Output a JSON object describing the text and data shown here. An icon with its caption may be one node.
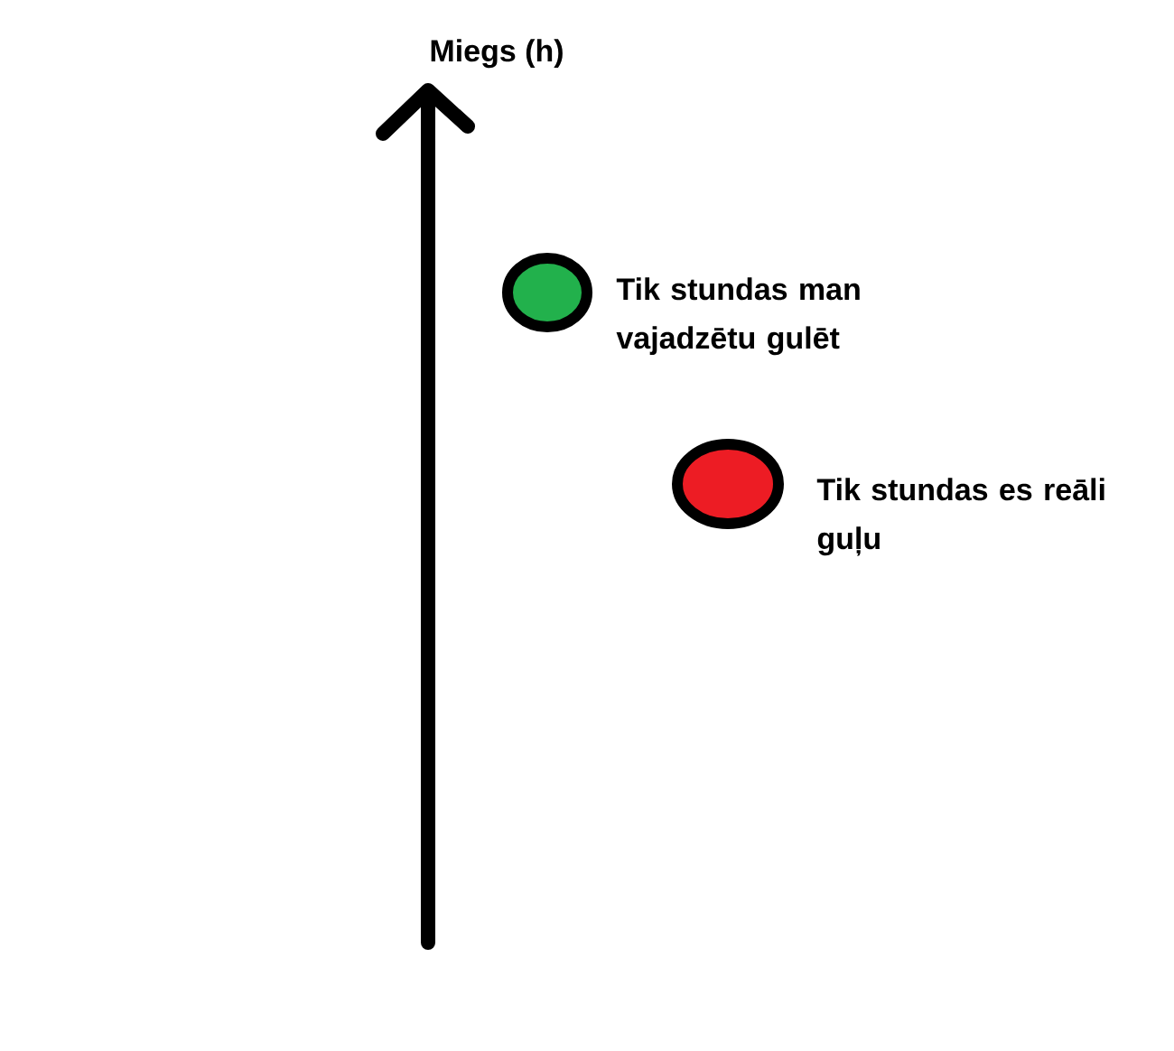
{
  "diagram": {
    "labels": [
      "Miegs (h)"
    ],
    "legend": [
      {
        "text": "Tik stundas man vajadzētu gulēt",
        "color": "#22b14c"
      },
      {
        "text": "Tik stundas es reāli guļu",
        "color": "#ed1c24"
      }
    ]
  }
}
